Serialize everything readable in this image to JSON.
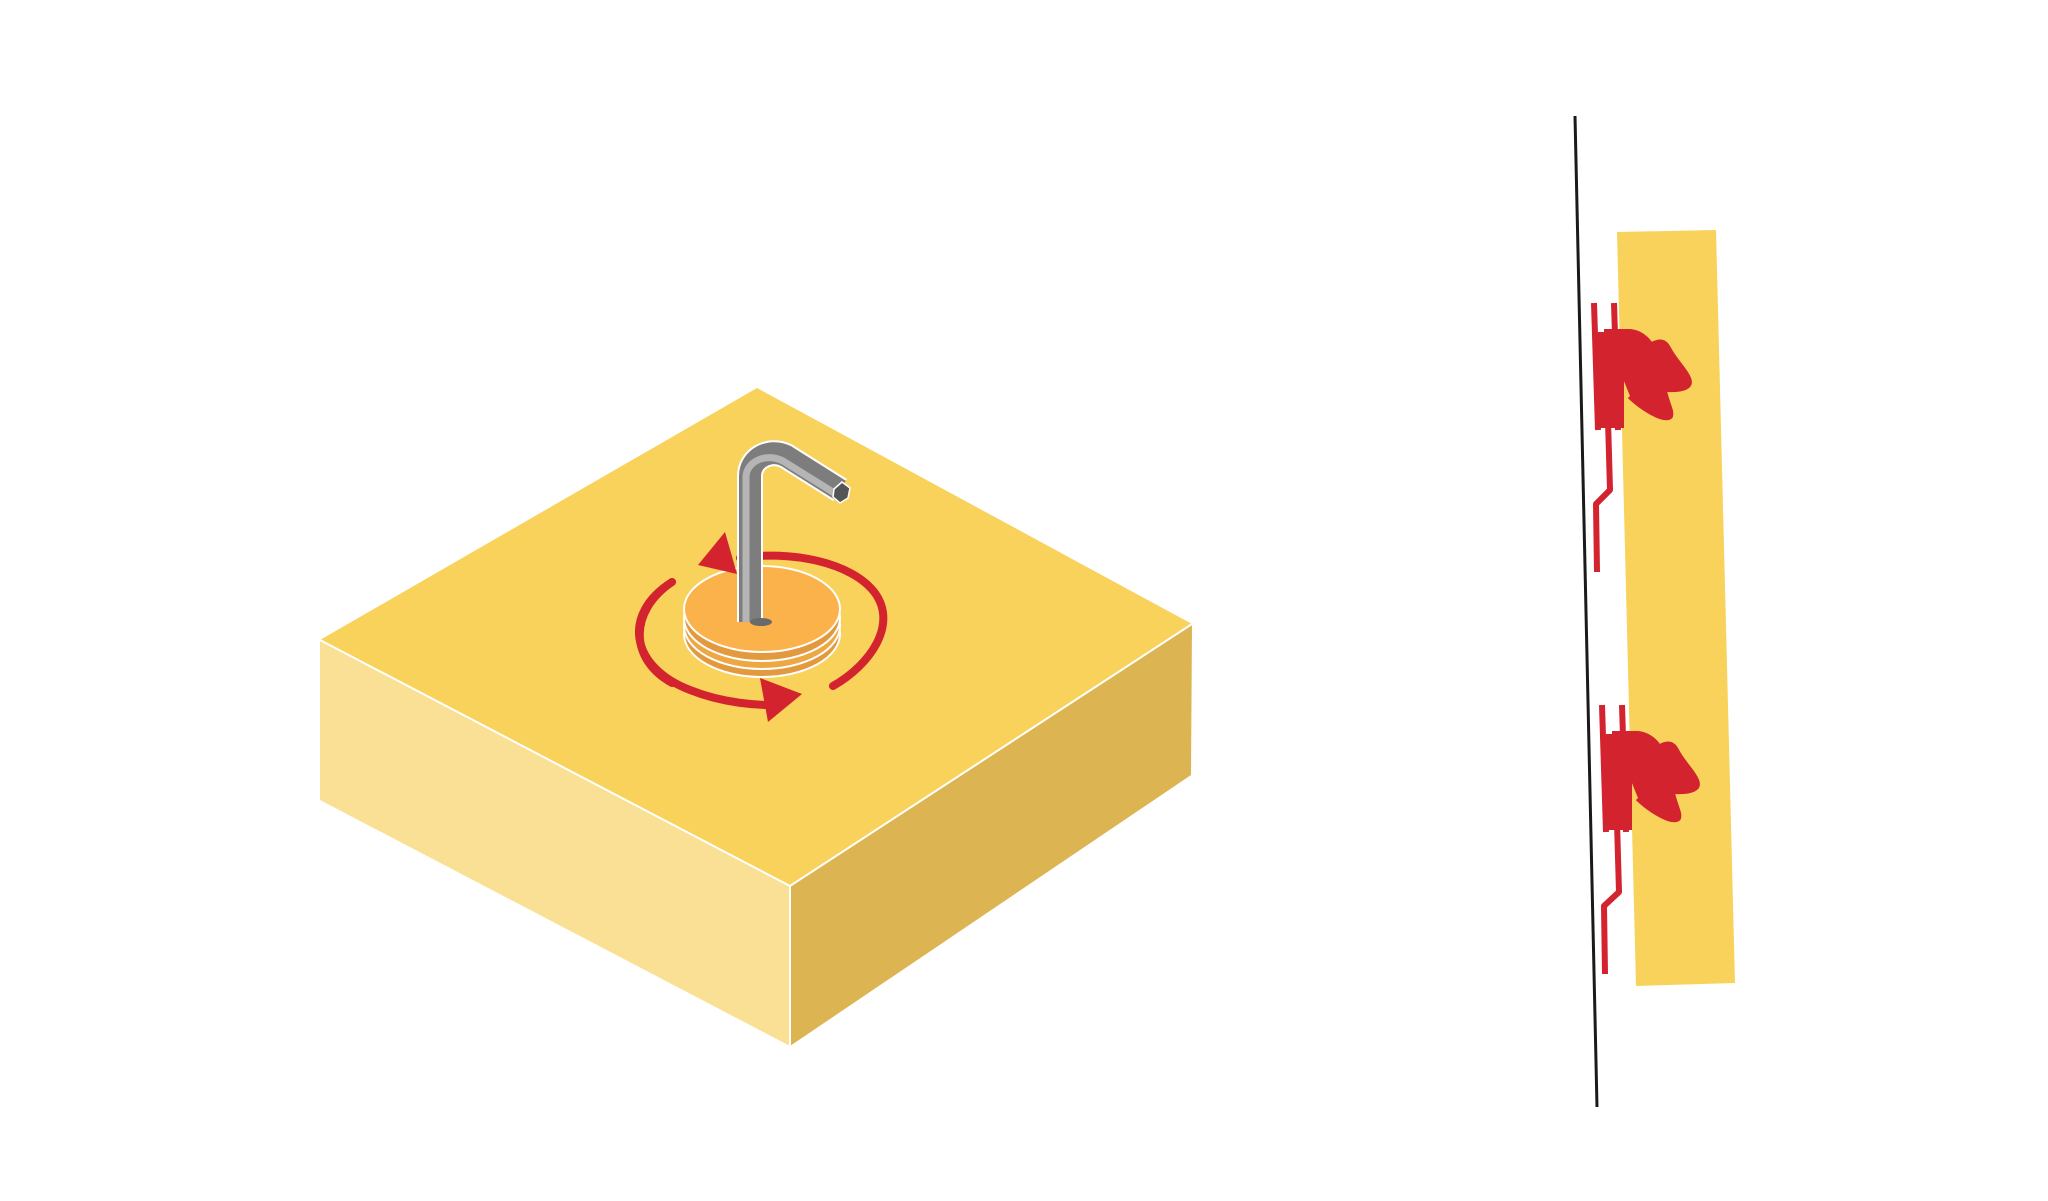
{
  "diagram": {
    "left_panel": {
      "object": "isometric-panel-block",
      "tool": "hex-key-icon",
      "part": "adjuster-disc",
      "motion": "rotation-arrows-icon",
      "colors": {
        "top_face": "#F8D25B",
        "left_face": "#FAE094",
        "right_face": "#DDB452",
        "disc": "#FBB24A",
        "disc_edge": "#E39A3F",
        "tool": "#8E8E8E",
        "arrow": "#D2232E"
      }
    },
    "right_panel": {
      "object": "side-view-panel",
      "wall": "wall-line",
      "bracket_count": 2,
      "tilt_direction": "panel-tilted-away-from-wall",
      "colors": {
        "panel": "#F8D25B",
        "bracket": "#D2232E",
        "wall": "#1A1A1A"
      }
    }
  }
}
